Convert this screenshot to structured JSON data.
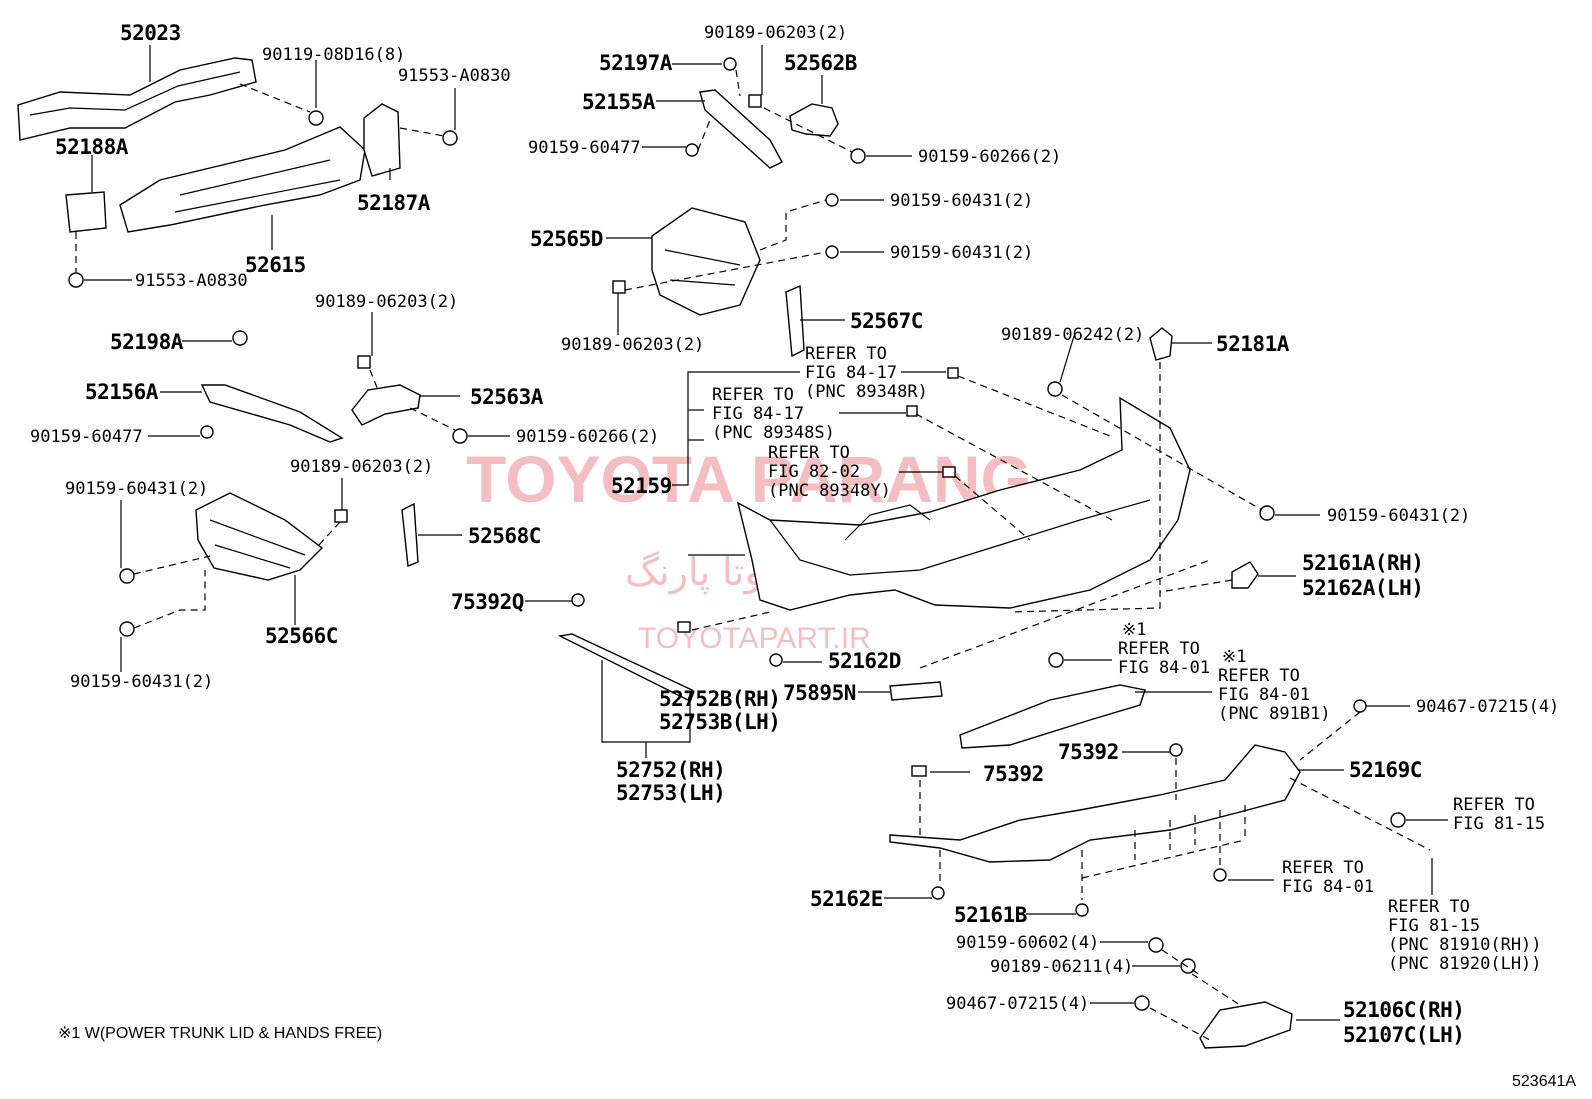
{
  "diagram": {
    "part_labels": [
      "52023",
      "90119-08D16(8)",
      "91553-A0830",
      "52188A",
      "52187A",
      "52615",
      "91553-A0830",
      "90189-06203(2)",
      "52197A",
      "52562B",
      "52155A",
      "90159-60477",
      "90159-60266(2)",
      "90159-60431(2)",
      "52565D",
      "90159-60431(2)",
      "52567C",
      "90189-06203(2)",
      "90189-06203(2)",
      "52198A",
      "52156A",
      "90159-60477",
      "52563A",
      "90159-60266(2)",
      "90189-06242(2)",
      "52181A",
      "90189-06203(2)",
      "90159-60431(2)",
      "52568C",
      "52566C",
      "90159-60431(2)",
      "52159",
      "90159-60431(2)",
      "52161A(RH)",
      "52162A(LH)",
      "75392Q",
      "52162D",
      "52752B(RH)",
      "52753B(LH)",
      "52752(RH)",
      "52753(LH)",
      "75895N",
      "75392",
      "75392",
      "52169C",
      "90467-07215(4)",
      "52162E",
      "52161B",
      "90159-60602(4)",
      "90189-06211(4)",
      "90467-07215(4)",
      "52106C(RH)",
      "52107C(LH)"
    ],
    "refer_notes": [
      "REFER TO",
      "FIG 84-17",
      "(PNC 89348R)",
      "REFER TO",
      "FIG 84-17",
      "(PNC 89348S)",
      "REFER TO",
      "FIG 82-02",
      "(PNC 89348Y)",
      "※1",
      "REFER TO",
      "FIG 84-01",
      "※1",
      "REFER TO",
      "FIG 84-01",
      "(PNC 891B1)",
      "REFER TO",
      "FIG 81-15",
      "REFER TO",
      "FIG 84-01",
      "REFER TO",
      "FIG 81-15",
      "(PNC 81910(RH))",
      "(PNC 81920(LH))"
    ],
    "footnote": "※1  W(POWER TRUNK LID  &  HANDS FREE)",
    "illustration_id": "523641A"
  },
  "watermark": {
    "text_main": "TOYOTA PARANG",
    "text_persian": "تویوتا پارنگ",
    "text_url": "TOYOTAPART.IR",
    "color": "#f3b3b7"
  }
}
